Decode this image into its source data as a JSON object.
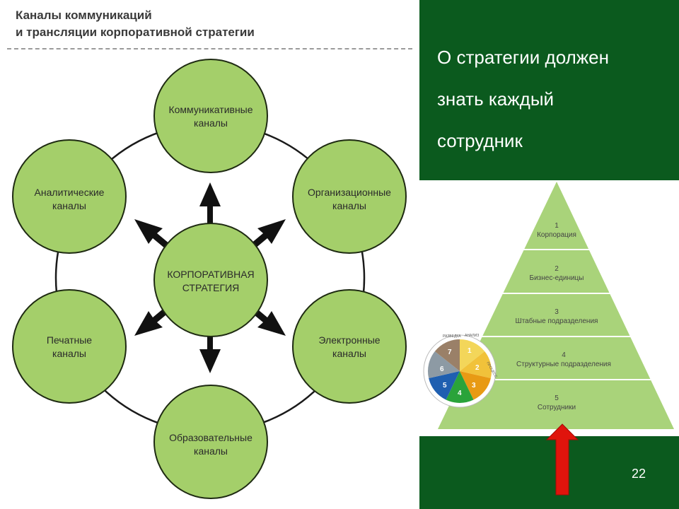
{
  "left": {
    "title_line1": "Каналы коммуникаций",
    "title_line2": "и трансляции корпоративной стратегии",
    "center_line1": "КОРПОРАТИВНАЯ",
    "center_line2": "СТРАТЕГИЯ",
    "nodes": [
      {
        "line1": "Коммуникативные",
        "line2": "каналы"
      },
      {
        "line1": "Организационные",
        "line2": "каналы"
      },
      {
        "line1": "Электронные",
        "line2": "каналы"
      },
      {
        "line1": "Образовательные",
        "line2": "каналы"
      },
      {
        "line1": "Печатные",
        "line2": "каналы"
      },
      {
        "line1": "Аналитические",
        "line2": "каналы"
      }
    ]
  },
  "right": {
    "heading_line1": "О стратегии должен",
    "heading_line2": "знать каждый",
    "heading_line3": "сотрудник",
    "pyramid": [
      {
        "num": "1",
        "label": "Корпорация"
      },
      {
        "num": "2",
        "label": "Бизнес-единицы"
      },
      {
        "num": "3",
        "label": "Штабные подразделения"
      },
      {
        "num": "4",
        "label": "Структурные подразделения"
      },
      {
        "num": "5",
        "label": "Сотрудники"
      }
    ],
    "wheel_numbers": [
      "1",
      "2",
      "3",
      "4",
      "5",
      "6",
      "7"
    ],
    "wheel_labels": [
      "РАЗВЕДКА",
      "АНАЛИЗ",
      "ПРОЦЕСС"
    ]
  },
  "page_number": "22",
  "colors": {
    "background_green": "#0b5a1e",
    "node_fill": "#a4cf6a",
    "node_stroke": "#1e2a12",
    "pyramid_green": "#a9d37a",
    "arrow_red": "#e0140c"
  }
}
